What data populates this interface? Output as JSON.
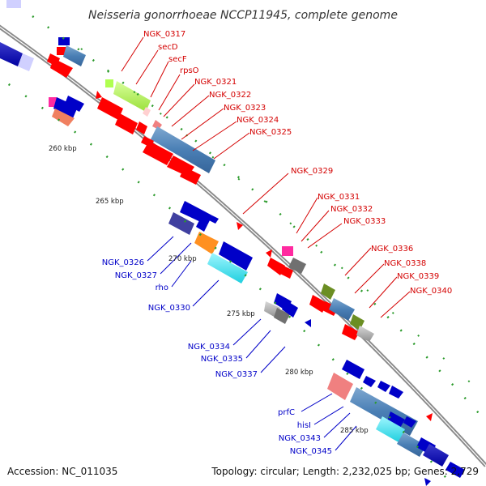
{
  "title": "Neisseria gonorrhoeae NCCP11945, complete genome",
  "footer": {
    "accession": "Accession: NC_011035",
    "summary": "Topology: circular; Length: 2,232,025 bp; Genes: 2,729"
  },
  "colors": {
    "backbone": "#8a8a8a",
    "label_red": "#d40000",
    "label_blue": "#0000c8",
    "tick_green": "#2a9a2a"
  },
  "kbp_labels": [
    "260 kbp",
    "265 kbp",
    "270 kbp",
    "275 kbp",
    "280 kbp",
    "285 kbp"
  ],
  "red_labels": [
    "NGK_0317",
    "secD",
    "secF",
    "rpsO",
    "NGK_0321",
    "NGK_0322",
    "NGK_0323",
    "NGK_0324",
    "NGK_0325",
    "NGK_0329",
    "NGK_0331",
    "NGK_0332",
    "NGK_0333",
    "NGK_0336",
    "NGK_0338",
    "NGK_0339",
    "NGK_0340"
  ],
  "blue_labels": [
    "NGK_0326",
    "NGK_0327",
    "rho",
    "NGK_0330",
    "NGK_0334",
    "NGK_0335",
    "NGK_0337",
    "prfC",
    "hisI",
    "NGK_0343",
    "NGK_0345"
  ]
}
